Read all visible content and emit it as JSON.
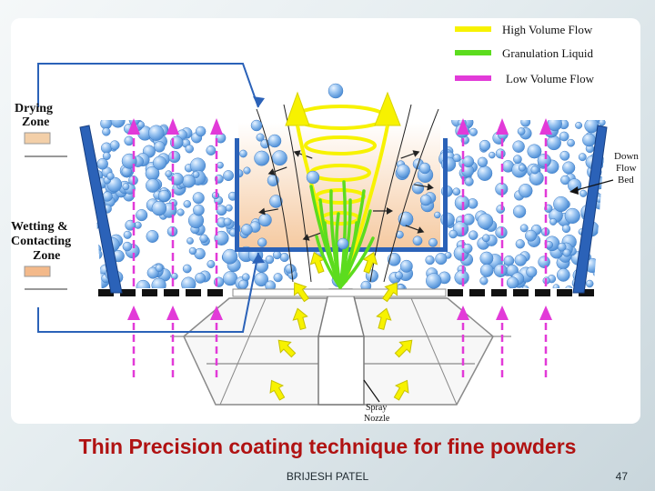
{
  "slide": {
    "title": "Thin Precision coating technique for fine powders",
    "author": "BRIJESH PATEL",
    "page_number": "47"
  },
  "legend": [
    {
      "label": "High Volume Flow",
      "color": "#f7f200"
    },
    {
      "label": "Granulation Liquid",
      "color": "#5cdc1e"
    },
    {
      "label": "Low Volume Flow",
      "color": "#e23ad8"
    }
  ],
  "zones": {
    "drying": {
      "line1": "Drying",
      "line2": "Zone",
      "swatch_color": "#f3cfa8"
    },
    "wetting": {
      "line1": "Wetting &",
      "line2": "Contacting",
      "line3": "Zone",
      "swatch_color": "#f3b98a"
    }
  },
  "callouts": {
    "down_flow_bed": {
      "line1": "Down",
      "line2": "Flow",
      "line3": "Bed"
    },
    "spray_nozzle": {
      "line1": "Spray",
      "line2": "Nozzle"
    }
  },
  "colors": {
    "wall": "#2b62b8",
    "partition": "#2b62b8",
    "particle": "#7fb2ea",
    "plate": "#111111",
    "chamber_glow": "#f5c89e",
    "title": "#b01212"
  }
}
